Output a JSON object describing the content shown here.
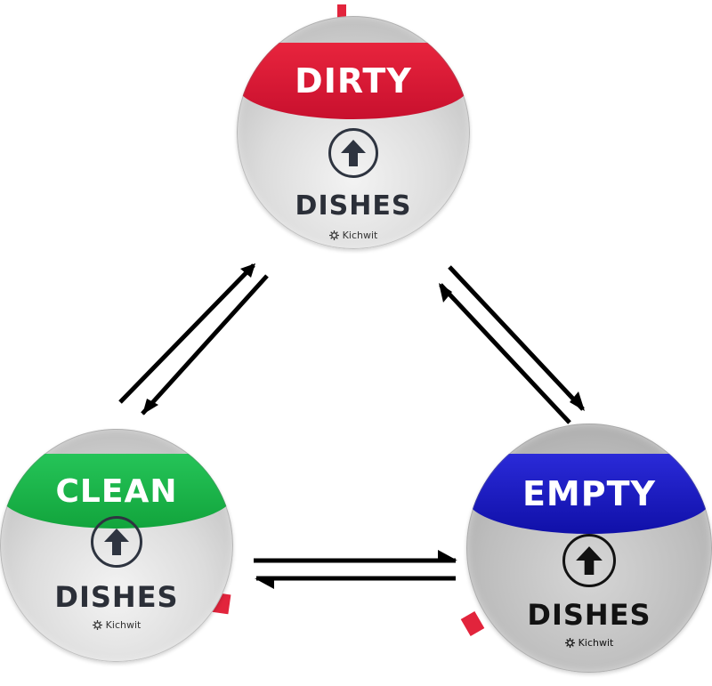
{
  "magnets": {
    "dirty": {
      "label": "DIRTY",
      "dishes": "DISHES",
      "brand": "Kichwit",
      "banner_color": "#d9192f"
    },
    "clean": {
      "label": "CLEAN",
      "dishes": "DISHES",
      "brand": "Kichwit",
      "banner_color": "#19b34a"
    },
    "empty": {
      "label": "EMPTY",
      "dishes": "DISHES",
      "brand": "Kichwit",
      "banner_color": "#1a1abe"
    }
  },
  "icons": {
    "status_arrow": "up-arrow-icon",
    "brand_logo": "gear-icon",
    "transition": "double-arrow-icon"
  },
  "colors": {
    "tab": "#e2243c",
    "arrow_lines": "#000000",
    "text_dark": "#2b2f38"
  }
}
